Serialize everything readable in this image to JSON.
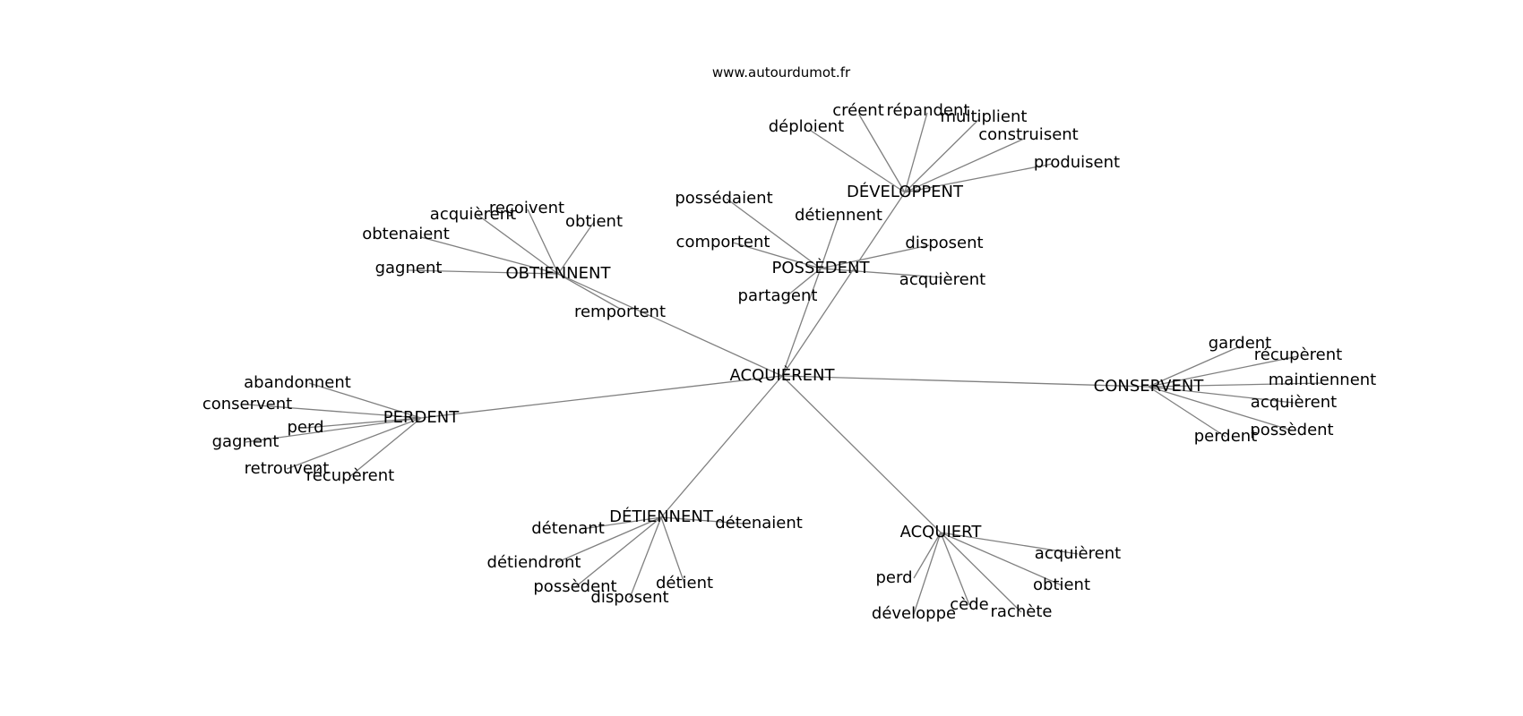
{
  "header": {
    "site": "www.autourdumot.fr"
  },
  "graph": {
    "center": "ACQUIÈRENT",
    "edge_color": "#808080",
    "hubs": [
      {
        "label": "DÉVELOPPENT",
        "children": [
          "déploient",
          "créent",
          "répandent",
          "multiplient",
          "construisent",
          "produisent"
        ]
      },
      {
        "label": "OBTIENNENT",
        "children": [
          "acquièrent",
          "reçoivent",
          "obtient",
          "obtenaient",
          "gagnent",
          "remportent"
        ]
      },
      {
        "label": "POSSÈDENT",
        "children": [
          "possédaient",
          "détiennent",
          "comportent",
          "disposent",
          "acquièrent",
          "partagent"
        ]
      },
      {
        "label": "CONSERVENT",
        "children": [
          "gardent",
          "récupèrent",
          "maintiennent",
          "acquièrent",
          "possèdent",
          "perdent"
        ]
      },
      {
        "label": "PERDENT",
        "children": [
          "abandonnent",
          "conservent",
          "perd",
          "gagnent",
          "retrouvent",
          "récupèrent"
        ]
      },
      {
        "label": "DÉTIENNENT",
        "children": [
          "détenant",
          "détenaient",
          "détiendront",
          "possèdent",
          "disposent",
          "détient"
        ]
      },
      {
        "label": "ACQUIERT",
        "children": [
          "acquièrent",
          "perd",
          "obtient",
          "développe",
          "cède",
          "rachète"
        ]
      }
    ]
  }
}
